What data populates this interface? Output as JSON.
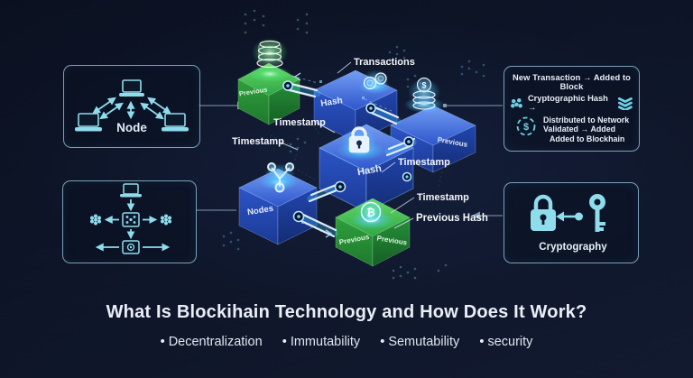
{
  "left_top_panel": {
    "label": "Node"
  },
  "right_top_panel": {
    "row1": "New Transaction → Added to Block",
    "row2": "Cryptographic Hash →",
    "row3_line1": "Distributed to Network",
    "row3_line2": "Validated → Added",
    "row3_line3": "Added to Blockhain",
    "dollar_symbol": "$"
  },
  "right_bottom_panel": {
    "label": "Cryptography"
  },
  "diagram": {
    "cube_labels": {
      "block1": "Previous",
      "block2": "Hash",
      "block3": "Previous",
      "block4": "Hash",
      "block5": "Nodes",
      "block6_left": "Previous",
      "block6_right": "Previous"
    },
    "labels": {
      "transactions": "Transactions",
      "timestamp": "Timestamp",
      "previous_hash": "Previous Hash"
    },
    "icons": {
      "dollar_symbol": "$",
      "bitcoin_symbol": "₿"
    }
  },
  "footer": {
    "title": "What Is Blockihain Technology and How Does It Work?",
    "bullets": [
      "Decentralization",
      "Immutability",
      "Semutability",
      "security"
    ]
  },
  "colors": {
    "accent_cyan": "#85d7e8",
    "panel_border": "#8fb8d0",
    "cube_blue": "#2f5ad0",
    "cube_green": "#2fa845",
    "glow_cyan": "#5fd8ff",
    "glow_green": "#6fe89a"
  }
}
